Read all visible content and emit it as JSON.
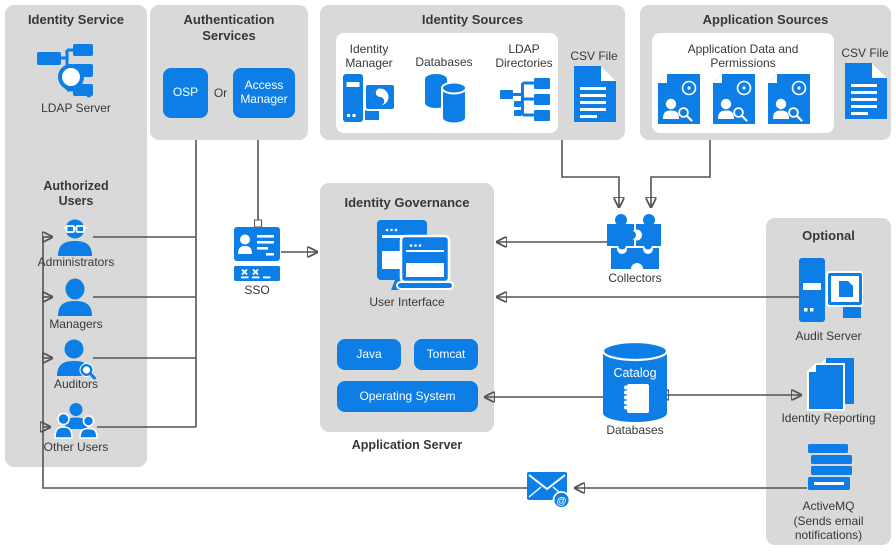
{
  "colors": {
    "accent": "#0d7ee5",
    "box_background": "#d9d9d9",
    "inner_background": "#ffffff",
    "connector_line": "#545454",
    "text": "#383838",
    "button_text": "#ffffff"
  },
  "identity_service": {
    "title": "Identity Service",
    "ldap_icon": "ldap-server-icon",
    "ldap_label": "LDAP Server",
    "users_heading": "Authorized Users",
    "users": [
      {
        "label": "Administrators",
        "icon": "administrator-user-icon"
      },
      {
        "label": "Managers",
        "icon": "manager-user-icon"
      },
      {
        "label": "Auditors",
        "icon": "auditor-user-icon"
      },
      {
        "label": "Other Users",
        "icon": "user-group-icon"
      }
    ]
  },
  "authentication_services": {
    "title": "Authentication Services",
    "osp_label": "OSP",
    "or_label": "Or",
    "access_manager_label": "Access Manager"
  },
  "identity_sources": {
    "title": "Identity Sources",
    "items": [
      {
        "label": "Identity Manager",
        "icon": "identity-manager-icon"
      },
      {
        "label": "Databases",
        "icon": "databases-icon"
      },
      {
        "label": "LDAP Directories",
        "icon": "ldap-directories-icon"
      }
    ],
    "csv_label": "CSV File",
    "csv_icon": "csv-file-icon"
  },
  "application_sources": {
    "title": "Application Sources",
    "inner_label": "Application Data and Permissions",
    "inner_icon": "application-data-icon",
    "csv_label": "CSV File",
    "csv_icon": "csv-file-icon"
  },
  "identity_governance": {
    "title": "Identity Governance",
    "ui_icon": "user-interface-icon",
    "ui_label": "User Interface",
    "java_label": "Java",
    "tomcat_label": "Tomcat",
    "os_label": "Operating System",
    "caption": "Application Server"
  },
  "sso": {
    "label": "SSO",
    "icon": "sso-badge-icon"
  },
  "collectors": {
    "label": "Collectors",
    "icon": "puzzle-pieces-icon"
  },
  "catalog_database": {
    "cylinder_text": "Catalog",
    "label": "Databases",
    "icon": "database-cylinder-icon"
  },
  "optional": {
    "title": "Optional",
    "audit_label": "Audit Server",
    "audit_icon": "audit-server-icon",
    "reporting_label": "Identity Reporting",
    "reporting_icon": "identity-reporting-icon",
    "activemq_label": "ActiveMQ",
    "activemq_note": "(Sends email notifications)",
    "activemq_icon": "activemq-stack-icon"
  },
  "email": {
    "icon": "email-envelope-icon",
    "badge": "@"
  }
}
